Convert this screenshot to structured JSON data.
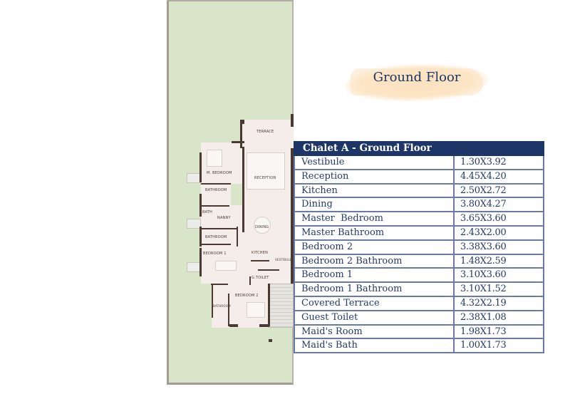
{
  "header": {
    "title": "Ground Floor"
  },
  "floor_plan": {
    "labels": {
      "terrace": "TERRACE",
      "reception": "RECEPTION",
      "m_bedroom": "M. BEDROOM",
      "bathroom_1": "BATHROOM",
      "bath": "BATH",
      "nanny": "NANNY",
      "bathroom_2": "BATHROOM",
      "bedroom_1": "BEDROOM 1",
      "dining": "DINING",
      "kitchen": "KITCHEN",
      "vestibule": "VESTIBULE",
      "g_toilet": "G.TOILET",
      "bedroom_2": "BEDROOM 2",
      "bathroom_3": "BATHROOM"
    },
    "colors": {
      "garden": "#d9e5c8",
      "interior": "#f4ede9",
      "walls": "#4a3a33"
    }
  },
  "table": {
    "title": "Chalet A - Ground Floor",
    "header_color": "#1e3567",
    "rows": [
      {
        "room": "Vestibule",
        "size": "1.30X3.92"
      },
      {
        "room": "Reception",
        "size": "4.45X4.20"
      },
      {
        "room": "Kitchen",
        "size": "2.50X2.72"
      },
      {
        "room": "Dining",
        "size": "3.80X4.27"
      },
      {
        "room": "Master  Bedroom",
        "size": "3.65X3.60"
      },
      {
        "room": "Master Bathroom",
        "size": "2.43X2.00"
      },
      {
        "room": "Bedroom 2",
        "size": "3.38X3.60"
      },
      {
        "room": "Bedroom 2 Bathroom",
        "size": "1.48X2.59"
      },
      {
        "room": "Bedroom 1",
        "size": "3.10X3.60"
      },
      {
        "room": "Bedroom 1 Bathroom",
        "size": "3.10X1.52"
      },
      {
        "room": "Covered Terrace",
        "size": "4.32X2.19"
      },
      {
        "room": "Guest Toilet",
        "size": "2.38X1.08"
      },
      {
        "room": "Maid's Room",
        "size": "1.98X1.73"
      },
      {
        "room": "Maid's Bath",
        "size": "1.00X1.73"
      }
    ]
  }
}
